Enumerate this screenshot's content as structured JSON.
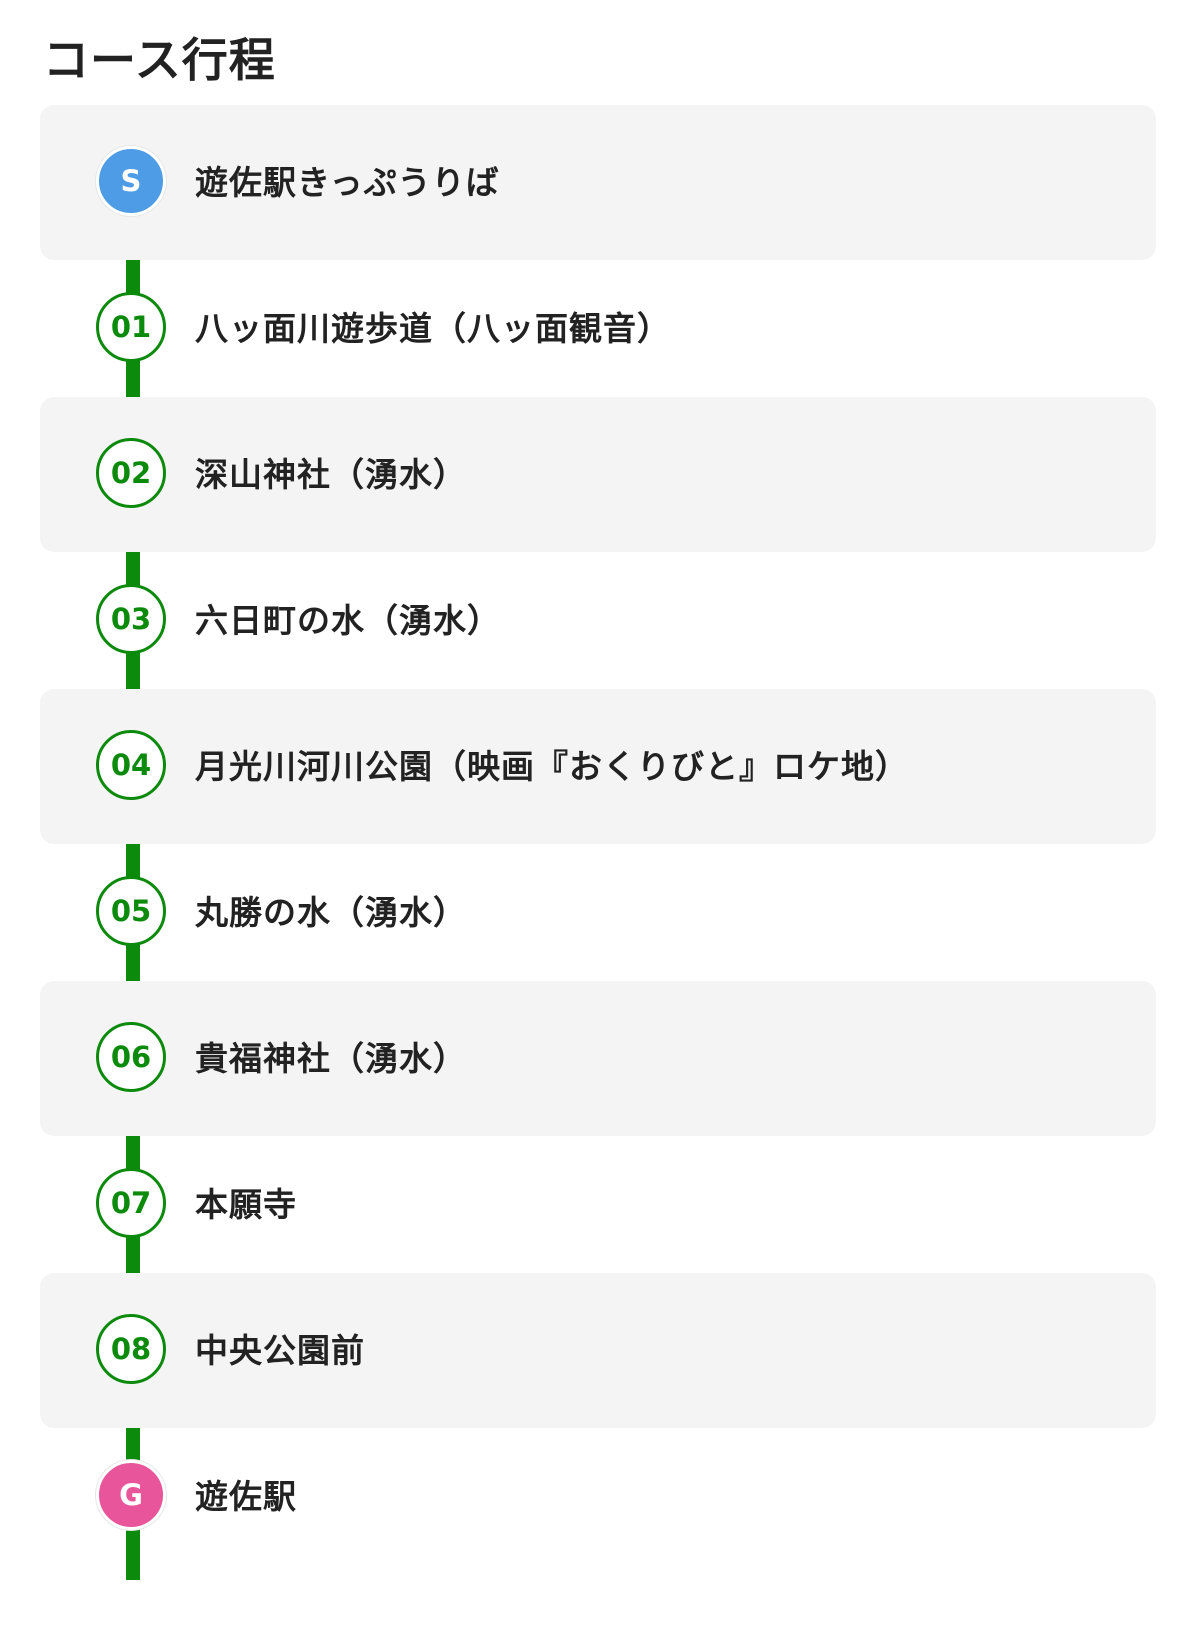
{
  "title": "コース行程",
  "colors": {
    "route_line": "#0b8a0b",
    "start_marker": "#4f9ce6",
    "goal_marker": "#e8559a",
    "row_shade": "#f4f4f4"
  },
  "stops": [
    {
      "badge": "S",
      "name": "遊佐駅きっぷうりば"
    },
    {
      "badge": "01",
      "name": "八ッ面川遊歩道（八ッ面観音）"
    },
    {
      "badge": "02",
      "name": "深山神社（湧水）"
    },
    {
      "badge": "03",
      "name": "六日町の水（湧水）"
    },
    {
      "badge": "04",
      "name": "月光川河川公園（映画『おくりびと』ロケ地）"
    },
    {
      "badge": "05",
      "name": "丸勝の水（湧水）"
    },
    {
      "badge": "06",
      "name": "貴福神社（湧水）"
    },
    {
      "badge": "07",
      "name": "本願寺"
    },
    {
      "badge": "08",
      "name": "中央公園前"
    },
    {
      "badge": "G",
      "name": "遊佐駅"
    }
  ]
}
